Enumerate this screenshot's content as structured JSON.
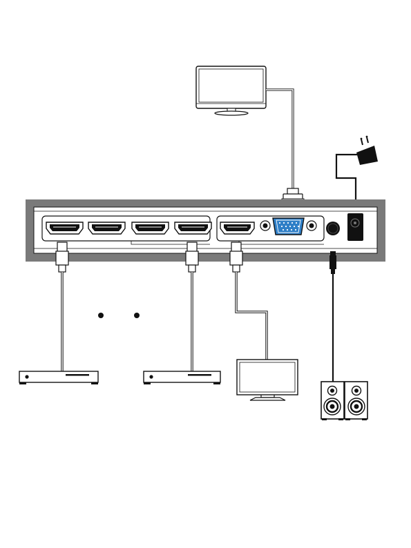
{
  "diagram": {
    "type": "connection-diagram",
    "devices": {
      "switcher": {
        "icon": "hdmi-switcher-icon",
        "hdmi_inputs": 4,
        "hdmi_outputs": 1,
        "vga_outputs": 1,
        "audio_jacks": 1,
        "power_jacks": 1
      },
      "sources": {
        "icon": "media-player-icon",
        "count": 2,
        "ellipsis_dots": 2
      },
      "hdmi_display": {
        "icon": "tv-icon"
      },
      "vga_display": {
        "icon": "monitor-icon"
      },
      "speakers": {
        "icon": "speaker-icon",
        "count": 2
      },
      "power_adapter": {
        "icon": "power-adapter-icon"
      }
    },
    "colors": {
      "chassis": "#7a7a7a",
      "panel": "#ffffff",
      "vga_port": "#2f7fc7",
      "line": "#111111"
    }
  }
}
